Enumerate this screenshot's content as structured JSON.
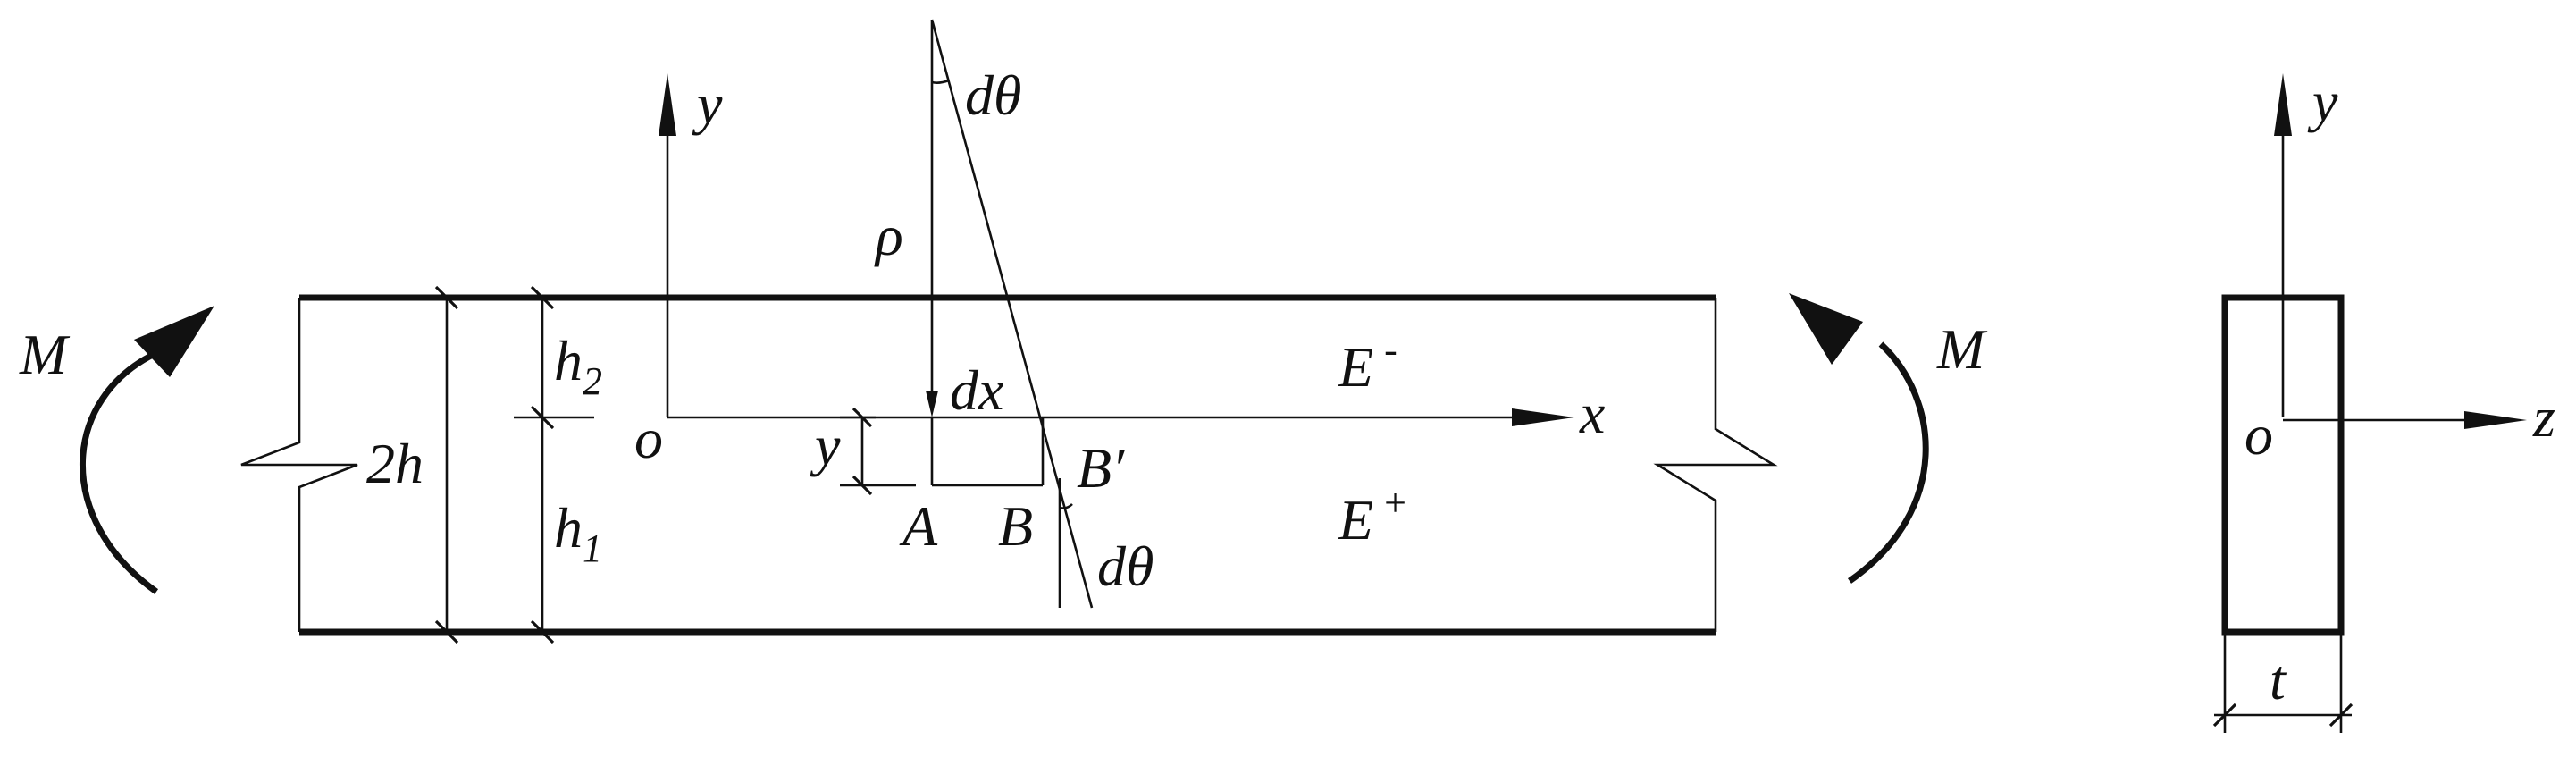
{
  "diagram": {
    "labels": {
      "moment_left": "M",
      "moment_right": "M",
      "y_axis": "y",
      "x_axis": "x",
      "origin": "o",
      "rho": "ρ",
      "dtheta_top": "dθ",
      "dtheta_bottom": "dθ",
      "dx": "dx",
      "y_dim": "y",
      "point_a": "A",
      "point_b": "B",
      "point_b_prime": "B′",
      "e_minus_base": "E",
      "e_minus_sup": "-",
      "e_plus_base": "E",
      "e_plus_sup": "+",
      "total_height": "2h",
      "h2_base": "h",
      "h2_sub": "2",
      "h1_base": "h",
      "h1_sub": "1",
      "section_y_axis": "y",
      "section_z_axis": "z",
      "section_origin": "o",
      "thickness": "t"
    }
  }
}
